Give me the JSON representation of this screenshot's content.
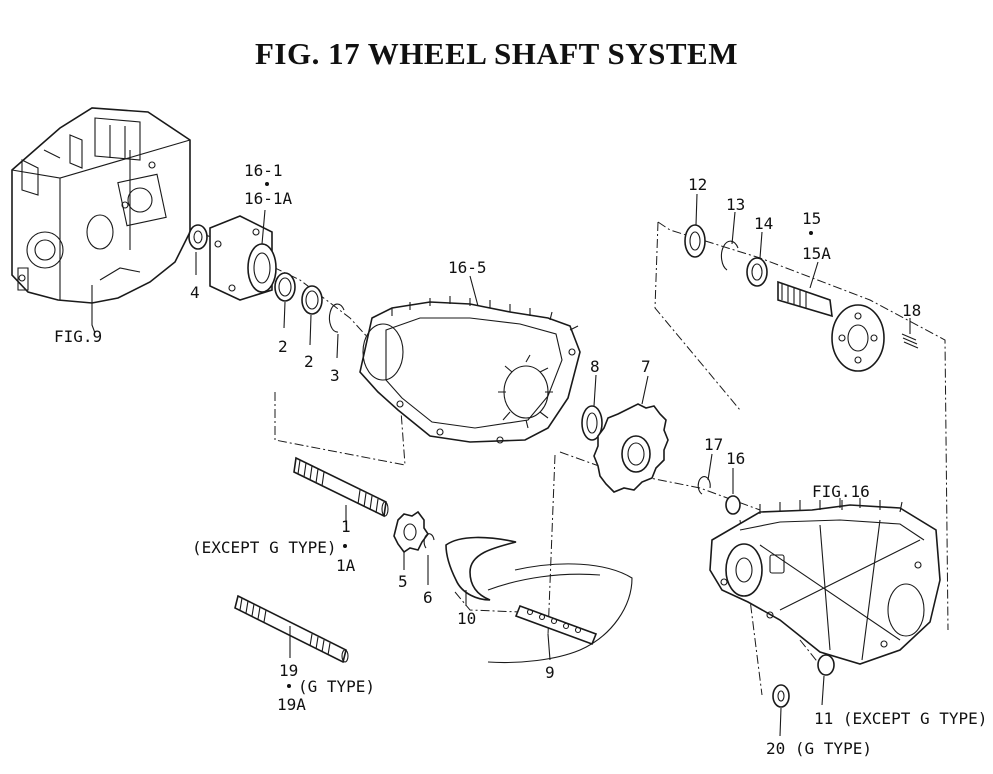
{
  "title": "FIG. 17  WHEEL SHAFT SYSTEM",
  "callouts": {
    "fig9": "FIG.9",
    "fig16": "FIG.16",
    "p4": "4",
    "p16_1": "16-1",
    "p16_1a": "16-1A",
    "p2a": "2",
    "p2b": "2",
    "p3": "3",
    "p16_5": "16-5",
    "p8": "8",
    "p7": "7",
    "p12": "12",
    "p13": "13",
    "p14": "14",
    "p15": "15",
    "p15a": "15A",
    "p18": "18",
    "p17": "17",
    "p16": "16",
    "p1": "1",
    "p1_note": "(EXCEPT G TYPE)",
    "p1a": "1A",
    "p5": "5",
    "p6": "6",
    "p10": "10",
    "p9": "9",
    "p19": "19",
    "p19_note": "(G TYPE)",
    "p19a": "19A",
    "p11": "11 (EXCEPT G TYPE)",
    "p20": "20 (G TYPE)"
  }
}
